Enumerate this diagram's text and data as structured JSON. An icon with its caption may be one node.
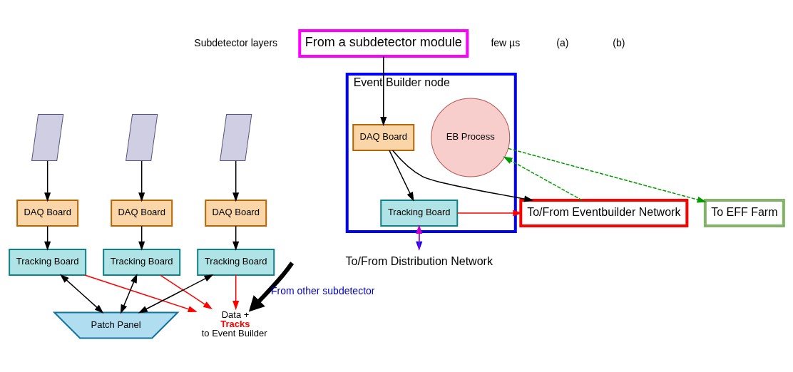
{
  "diagram": {
    "nodes": [
      {
        "text": [],
        "shape": "parallelogram"
      },
      {
        "text": [],
        "shape": "parallelogram"
      },
      {
        "text": [],
        "shape": "parallelogram"
      },
      {
        "text": [
          "DAQ Board"
        ]
      },
      {
        "text": [
          "DAQ Board"
        ]
      },
      {
        "text": [
          "DAQ Board"
        ]
      },
      {
        "text": [
          "Tracking Board"
        ]
      },
      {
        "text": [
          "Tracking Board"
        ]
      },
      {
        "text": [
          "Tracking Board"
        ]
      },
      {
        "text": [
          "Patch Panel"
        ]
      },
      {
        "text": [
          "Data +",
          "Tracks",
          "to Event Builder"
        ]
      },
      {
        "text": [
          "From a subdetector module"
        ]
      },
      {
        "text": [
          "Event Builder node"
        ]
      },
      {
        "text": [
          "DAQ Board"
        ],
        "in": 12
      },
      {
        "text": [
          "Tracking Board"
        ],
        "in": 12
      },
      {
        "text": [
          "EB Process"
        ],
        "in": 12
      },
      {
        "text": [
          "To/From Distribution Network"
        ]
      },
      {
        "text": [
          "To/From Eventbuilder Network"
        ]
      },
      {
        "text": [
          "To EFF Farm"
        ]
      }
    ],
    "edges": [
      {
        "from": 0,
        "to": 3,
        "arrow": "to"
      },
      {
        "from": 1,
        "to": 4,
        "arrow": "to"
      },
      {
        "from": 2,
        "to": 5,
        "arrow": "to"
      },
      {
        "from": null,
        "to": 10,
        "arrow": "to",
        "label": "From other subdetector",
        "style": "thick"
      },
      {
        "from": 3,
        "to": 6,
        "arrow": "to"
      },
      {
        "from": 4,
        "to": 7,
        "arrow": "to"
      },
      {
        "from": 5,
        "to": 8,
        "arrow": "to"
      },
      {
        "from": 6,
        "to": 10,
        "arrow": "to",
        "color": "#ff0000"
      },
      {
        "from": 7,
        "to": 10,
        "arrow": "to",
        "color": "#ff0000"
      },
      {
        "from": 8,
        "to": 10,
        "arrow": "to",
        "color": "#ff0000"
      },
      {
        "from": 6,
        "to": 9,
        "arrow": "both"
      },
      {
        "from": 7,
        "to": 9,
        "arrow": "both"
      },
      {
        "from": 8,
        "to": 9,
        "arrow": "both"
      },
      {
        "from": 11,
        "to": 13,
        "arrow": "to"
      },
      {
        "from": 13,
        "to": 14,
        "arrow": "to"
      },
      {
        "from": 13,
        "to": 17,
        "arrow": "to"
      },
      {
        "from": 14,
        "to": 16,
        "arrow": "to",
        "color": "#0000ff"
      },
      {
        "from": 16,
        "to": 14,
        "arrow": "to",
        "color": "#cc00cc"
      },
      {
        "from": 14,
        "to": 17,
        "arrow": "to",
        "color": "#ff0000"
      },
      {
        "from": 17,
        "to": 15,
        "arrow": "to",
        "style": "dashed",
        "color": "#009900"
      },
      {
        "from": 15,
        "to": 18,
        "arrow": "to",
        "style": "dashed",
        "color": "#009900"
      }
    ],
    "labels": [
      "Subdetector layers",
      "few µs",
      "(a)",
      "(b)"
    ]
  }
}
